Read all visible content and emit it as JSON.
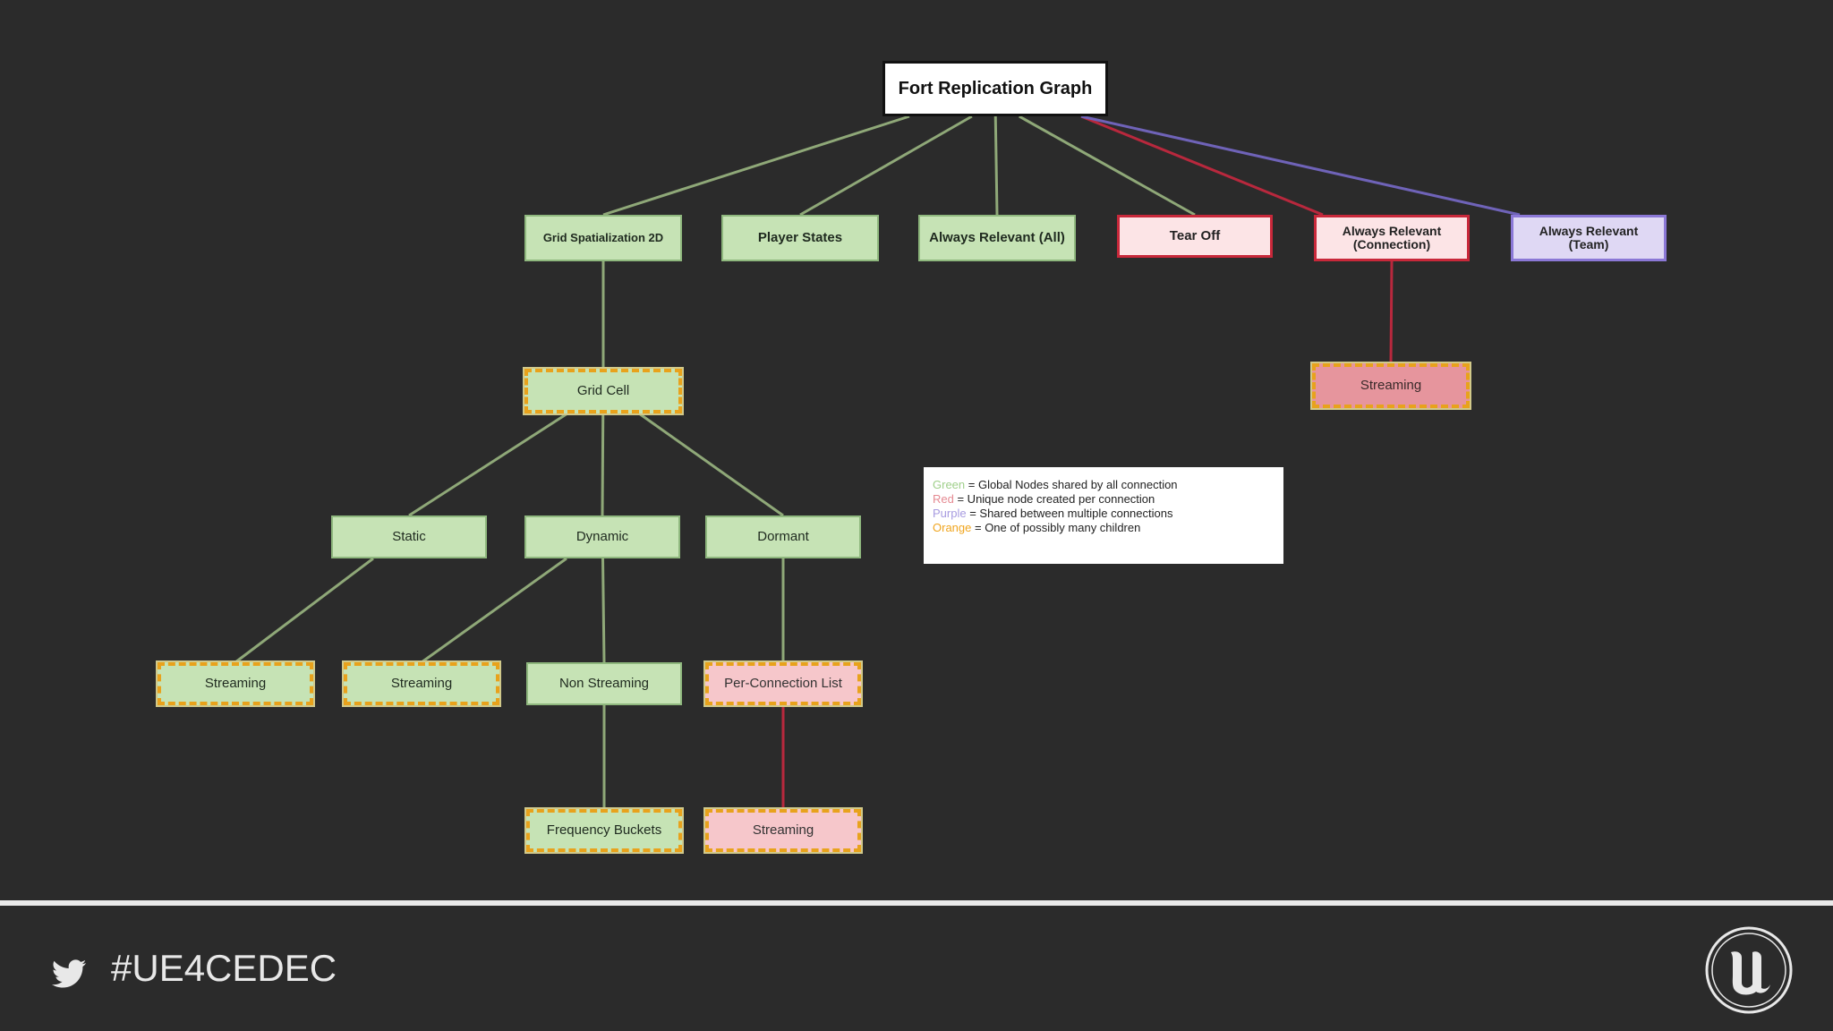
{
  "diagram": {
    "nodes": {
      "root": "Fort Replication Graph",
      "grid_spatialization": "Grid Spatialization 2D",
      "player_states": "Player States",
      "always_relevant_all": "Always Relevant (All)",
      "tear_off": "Tear Off",
      "always_relevant_connection": "Always Relevant\n(Connection)",
      "always_relevant_team": "Always Relevant\n(Team)",
      "streaming_connection": "Streaming",
      "grid_cell": "Grid Cell",
      "static": "Static",
      "dynamic": "Dynamic",
      "dormant": "Dormant",
      "static_streaming": "Streaming",
      "dynamic_streaming": "Streaming",
      "non_streaming": "Non Streaming",
      "per_connection_list": "Per-Connection List",
      "frequency_buckets": "Frequency Buckets",
      "dormant_streaming": "Streaming"
    },
    "edges": [
      {
        "from": "root",
        "to": "grid_spatialization",
        "color": "#8fa878"
      },
      {
        "from": "root",
        "to": "player_states",
        "color": "#8fa878"
      },
      {
        "from": "root",
        "to": "always_relevant_all",
        "color": "#8fa878"
      },
      {
        "from": "root",
        "to": "tear_off",
        "color": "#8fa878"
      },
      {
        "from": "root",
        "to": "always_relevant_connection",
        "color": "#b8283d"
      },
      {
        "from": "root",
        "to": "always_relevant_team",
        "color": "#6f63b8"
      },
      {
        "from": "always_relevant_connection",
        "to": "streaming_connection",
        "color": "#b8283d"
      },
      {
        "from": "grid_spatialization",
        "to": "grid_cell",
        "color": "#8fa878"
      },
      {
        "from": "grid_cell",
        "to": "static",
        "color": "#8fa878"
      },
      {
        "from": "grid_cell",
        "to": "dynamic",
        "color": "#8fa878"
      },
      {
        "from": "grid_cell",
        "to": "dormant",
        "color": "#8fa878"
      },
      {
        "from": "static",
        "to": "static_streaming",
        "color": "#8fa878"
      },
      {
        "from": "dynamic",
        "to": "dynamic_streaming",
        "color": "#8fa878"
      },
      {
        "from": "dynamic",
        "to": "non_streaming",
        "color": "#8fa878"
      },
      {
        "from": "dormant",
        "to": "per_connection_list",
        "color": "#8fa878"
      },
      {
        "from": "non_streaming",
        "to": "frequency_buckets",
        "color": "#8fa878"
      },
      {
        "from": "per_connection_list",
        "to": "dormant_streaming",
        "color": "#b8283d"
      }
    ]
  },
  "legend": [
    {
      "key": "Green",
      "text": " = Global Nodes shared by all connection",
      "color": "#9fcf8a"
    },
    {
      "key": "Red",
      "text": " = Unique node created per connection",
      "color": "#e58a92"
    },
    {
      "key": "Purple",
      "text": " = Shared between multiple connections",
      "color": "#a79be0"
    },
    {
      "key": "Orange",
      "text": " = One of possibly many children",
      "color": "#f0a51e"
    }
  ],
  "footer": {
    "hashtag": "#UE4CEDEC",
    "twitter_icon": "twitter-bird-icon",
    "logo": "unreal-engine-logo"
  },
  "colors": {
    "background": "#2b2b2b",
    "green_node": "#c6e3b5",
    "red_border": "#c8283a",
    "purple_border": "#8b78d6",
    "orange_dash": "#e8a21c"
  }
}
